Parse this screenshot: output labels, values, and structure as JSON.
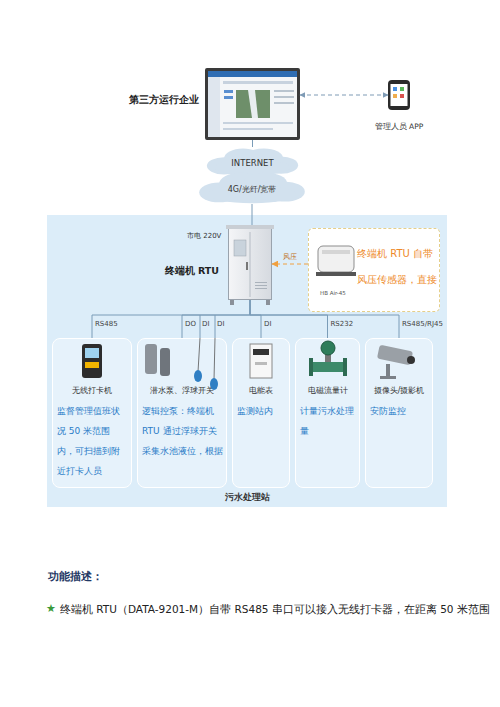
{
  "diagram": {
    "nodes": [
      {
        "text": [
          "第三方运行企业"
        ]
      },
      {
        "text": [
          "管理人员 APP"
        ]
      },
      {
        "text": [
          "INTERNET"
        ]
      },
      {
        "text": [
          "4G/光纤/宽带"
        ]
      },
      {
        "text": [
          "污水处理站"
        ]
      },
      {
        "text": [
          "终端机 RTU"
        ],
        "in": 4
      },
      {
        "text": [
          "终端机 RTU 自带风压传感器，直接"
        ],
        "in": 4
      },
      {
        "text": [
          "无线打卡机",
          "监督管理值班状况 50 米范围内，可扫描到附近打卡人员"
        ],
        "in": 4
      },
      {
        "text": [
          "潜水泵、浮球开关",
          "逻辑控泵：终端机 RTU 通过浮球开关采集水池液位，根据"
        ],
        "in": 4
      },
      {
        "text": [
          "电能表",
          "监测站内"
        ],
        "in": 4
      },
      {
        "text": [
          "电磁流量计",
          "计量污水处理量"
        ],
        "in": 4
      },
      {
        "text": [
          "摄像头/摄影机",
          "安防监控"
        ],
        "in": 4
      }
    ],
    "edges": [
      {
        "from": 0,
        "to": 1,
        "arrow": "both"
      },
      {
        "from": 0,
        "to": 2,
        "arrow": "none"
      },
      {
        "from": 3,
        "to": 5,
        "arrow": "none"
      },
      {
        "from": 6,
        "to": 5,
        "label": "风压",
        "arrow": "to"
      },
      {
        "from": 5,
        "to": 7,
        "label": "RS485",
        "arrow": "none"
      },
      {
        "from": 5,
        "to": 8,
        "label": "DO",
        "arrow": "none"
      },
      {
        "from": 5,
        "to": 9,
        "label": "DI",
        "arrow": "none"
      },
      {
        "from": 5,
        "to": 10,
        "label": "RS232",
        "arrow": "none"
      },
      {
        "from": 5,
        "to": 11,
        "label": "RS485/RJ45",
        "arrow": "none"
      }
    ],
    "labels": [
      "市电 220V",
      "HB Air-45",
      "DI",
      "DI",
      "功能描述：",
      "★",
      "终端机 RTU（DATA-9201-M）自带 RS485 串口可以接入无线打卡器，在距离 50 米范围"
    ]
  }
}
